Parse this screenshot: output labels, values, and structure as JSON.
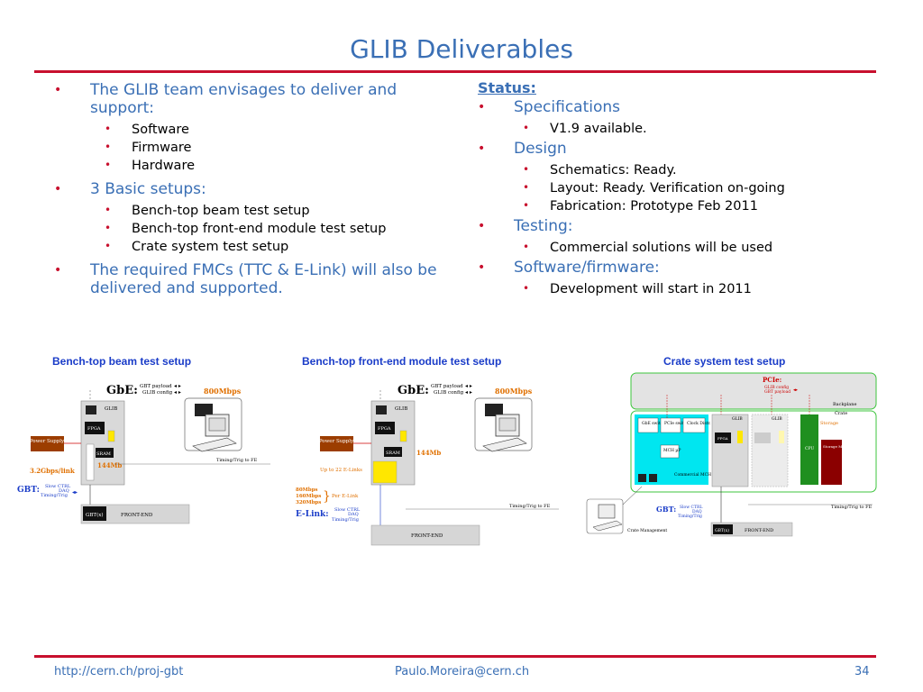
{
  "title": "GLIB Deliverables",
  "left": {
    "items": [
      {
        "text": "The GLIB team envisages to deliver and support:",
        "sub": [
          "Software",
          "Firmware",
          "Hardware"
        ]
      },
      {
        "text": "3 Basic setups:",
        "sub": [
          "Bench-top beam test setup",
          "Bench-top front-end module test setup",
          "Crate system test setup"
        ]
      },
      {
        "text": "The required FMCs (TTC & E-Link) will also be delivered and supported.",
        "sub": []
      }
    ]
  },
  "right": {
    "status_label": "Status:",
    "items": [
      {
        "text": "Specifications",
        "sub": [
          "V1.9 available."
        ]
      },
      {
        "text": "Design",
        "sub": [
          "Schematics: Ready.",
          "Layout: Ready. Verification on-going",
          "Fabrication: Prototype Feb 2011"
        ]
      },
      {
        "text": "Testing:",
        "sub": [
          "Commercial solutions will be used"
        ]
      },
      {
        "text": "Software/firmware:",
        "sub": [
          "Development will start in 2011"
        ]
      }
    ]
  },
  "diagrams": {
    "d1": {
      "caption": "Bench-top beam test setup",
      "gbe": "GbE:",
      "gbt_payload": "GBT payload",
      "glib_config": "GLIB config",
      "speed": "800Mbps",
      "glib": "GLIB",
      "fpga": "FPGA",
      "sram": "SRAM",
      "mem": "144Mb",
      "power": "Power Supply",
      "link": "3.2Gbps/link",
      "gbt": "GBT:",
      "slow_ctrl": "Slow CTRL",
      "daq": "DAQ",
      "timing": "Timing/Trig",
      "gbtx": "GBT(x)",
      "frontend": "FRONT-END",
      "timing_fe": "Timing/Trig to FE"
    },
    "d2": {
      "caption": "Bench-top front-end module test setup",
      "gbe": "GbE:",
      "gbt_payload": "GBT payload",
      "glib_config": "GLIB config",
      "speed": "800Mbps",
      "glib": "GLIB",
      "fpga": "FPGA",
      "sram": "SRAM",
      "mem": "144Mb",
      "power": "Power Supply",
      "elinks": "Up to 22 E-Links",
      "rates": [
        "80Mbps",
        "160Mbps",
        "320Mbps"
      ],
      "per_elink": "Per E-Link",
      "elink": "E-Link:",
      "slow_ctrl": "Slow CTRL",
      "daq": "DAQ",
      "timing": "Timing/Trig",
      "frontend": "FRONT-END",
      "timing_fe": "Timing/Trig to FE"
    },
    "d3": {
      "caption": "Crate system test setup",
      "pcie": "PCIe:",
      "glib_config": "GLIB config",
      "gbt_payload": "GBT payload",
      "backplane": "Backplane",
      "crate": "Crate",
      "gbe_switch": "GbE switch",
      "pcie_switch": "PCIe switch",
      "clock_distr": "Clock Distr.",
      "mch_up": "MCH µP",
      "commercial_mch": "Commercial MCH",
      "glib": "GLIB",
      "fpga": "FPGA",
      "cpu": "CPU",
      "storage": "Storage",
      "storage_medium": "Storage Medium",
      "gbt": "GBT:",
      "slow_ctrl": "Slow CTRL",
      "daq": "DAQ",
      "timing": "Timing/Trig",
      "gbtx": "GBT(x)",
      "frontend": "FRONT-END",
      "timing_fe": "Timing/Trig to FE",
      "crate_mgmt": "Crate Management"
    }
  },
  "footer": {
    "url": "http://cern.ch/proj-gbt",
    "email": "Paulo.Moreira@cern.ch",
    "page": "34"
  },
  "colors": {
    "accent": "#3a6fb5",
    "rule": "#c8102e",
    "caption": "#1a3cc8",
    "orange": "#e07000"
  }
}
